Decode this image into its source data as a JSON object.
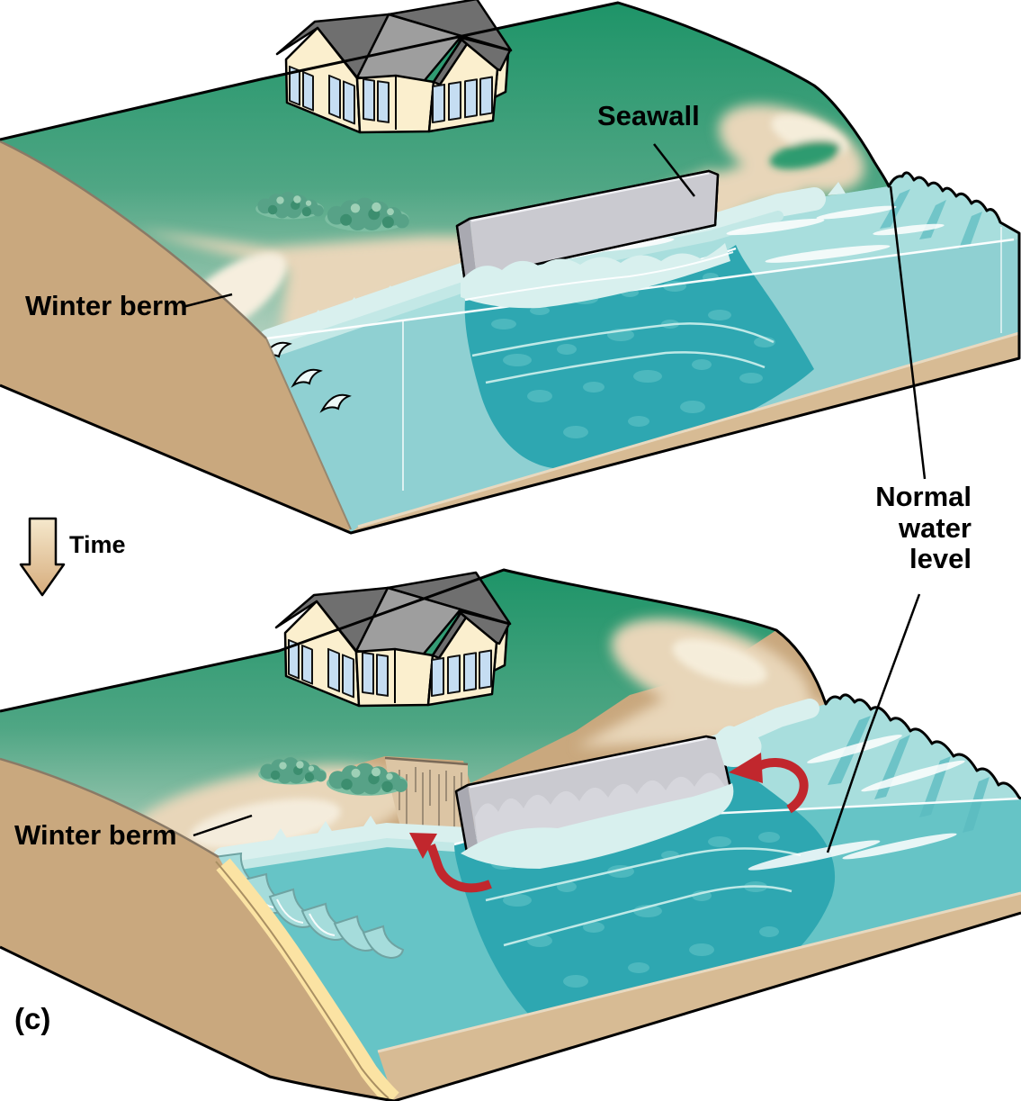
{
  "figure": {
    "panel_label": "(c)"
  },
  "labels": {
    "seawall": "Seawall",
    "winter_berm_upper": "Winter berm",
    "winter_berm_lower": "Winter berm",
    "normal_water_level": "Normal\nwater\nlevel",
    "time": "Time"
  },
  "colors": {
    "accent_red": "#c1272d",
    "label_color": "#000000",
    "grass_green": "#1e9468",
    "grass_haze": "#b2d0be",
    "cliff_tan": "#c9a87e",
    "sand": "#e8d6b9",
    "sand_light": "#f5edda",
    "seabed_tan": "#d7bb94",
    "water_light": "#d9f0ee",
    "water_medium": "#a8dedd",
    "water_front_upper": "#8fd0d2",
    "water_front_lower": "#66c4c6",
    "water_dark": "#2ea7b1",
    "rubble_light": "#4cb8be",
    "seawall_gray": "#cacad0",
    "seawall_side_gray": "#a9a9b1",
    "house_cream": "#fbefce",
    "roof_gray_dark": "#6f6f6f",
    "roof_gray_light": "#9e9e9e",
    "window_blue": "#c5ddf2",
    "yellow_sand": "#fbe3a3",
    "time_arrow_tan": "#d6ac7c"
  }
}
